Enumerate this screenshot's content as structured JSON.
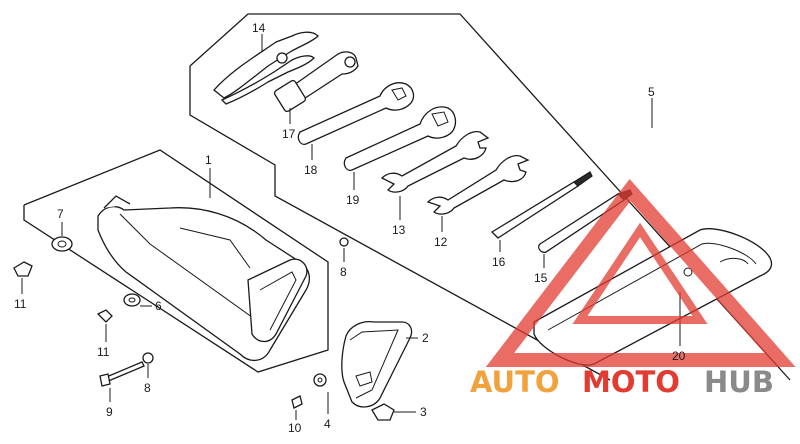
{
  "callouts": [
    {
      "id": "p1",
      "text": "1"
    },
    {
      "id": "p2",
      "text": "2"
    },
    {
      "id": "p3",
      "text": "3"
    },
    {
      "id": "p4",
      "text": "4"
    },
    {
      "id": "p5",
      "text": "5"
    },
    {
      "id": "p6",
      "text": "6"
    },
    {
      "id": "p7",
      "text": "7"
    },
    {
      "id": "p8a",
      "text": "8"
    },
    {
      "id": "p8b",
      "text": "8"
    },
    {
      "id": "p9",
      "text": "9"
    },
    {
      "id": "p10",
      "text": "10"
    },
    {
      "id": "p11a",
      "text": "11"
    },
    {
      "id": "p11b",
      "text": "11"
    },
    {
      "id": "p12",
      "text": "12"
    },
    {
      "id": "p13",
      "text": "13"
    },
    {
      "id": "p14",
      "text": "14"
    },
    {
      "id": "p15",
      "text": "15"
    },
    {
      "id": "p16",
      "text": "16"
    },
    {
      "id": "p17",
      "text": "17"
    },
    {
      "id": "p18",
      "text": "18"
    },
    {
      "id": "p19",
      "text": "19"
    },
    {
      "id": "p20",
      "text": "20"
    }
  ],
  "watermark": {
    "part1": "AUTO",
    "part2": "MOTO",
    "part3": "HUB",
    "colors": {
      "orange": "#f2a23c",
      "red": "#e23b32",
      "grey": "#8a8a8a"
    }
  }
}
